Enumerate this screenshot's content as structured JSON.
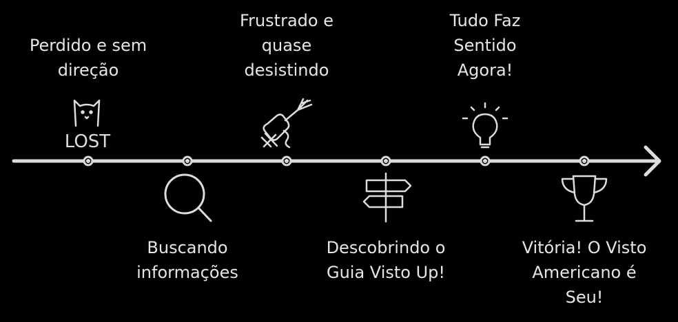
{
  "timeline": {
    "line_color": "#dddddd",
    "background": "#000000",
    "events": [
      {
        "label": "Perdido e sem\ndireção",
        "position": "top",
        "icon": "lost-cat-icon",
        "icon_text": "LOST"
      },
      {
        "label": "Buscando\ninformações",
        "position": "bottom",
        "icon": "magnifier-icon"
      },
      {
        "label": "Frustrado e\nquase\ndesistindo",
        "position": "top",
        "icon": "fist-fork-icon"
      },
      {
        "label": "Descobrindo o\nGuia Visto Up!",
        "position": "bottom",
        "icon": "signpost-icon"
      },
      {
        "label": "Tudo Faz\nSentido\nAgora!",
        "position": "top",
        "icon": "lightbulb-icon"
      },
      {
        "label": "Vitória! O Visto\nAmericano é\nSeu!",
        "position": "bottom",
        "icon": "trophy-icon"
      }
    ]
  }
}
